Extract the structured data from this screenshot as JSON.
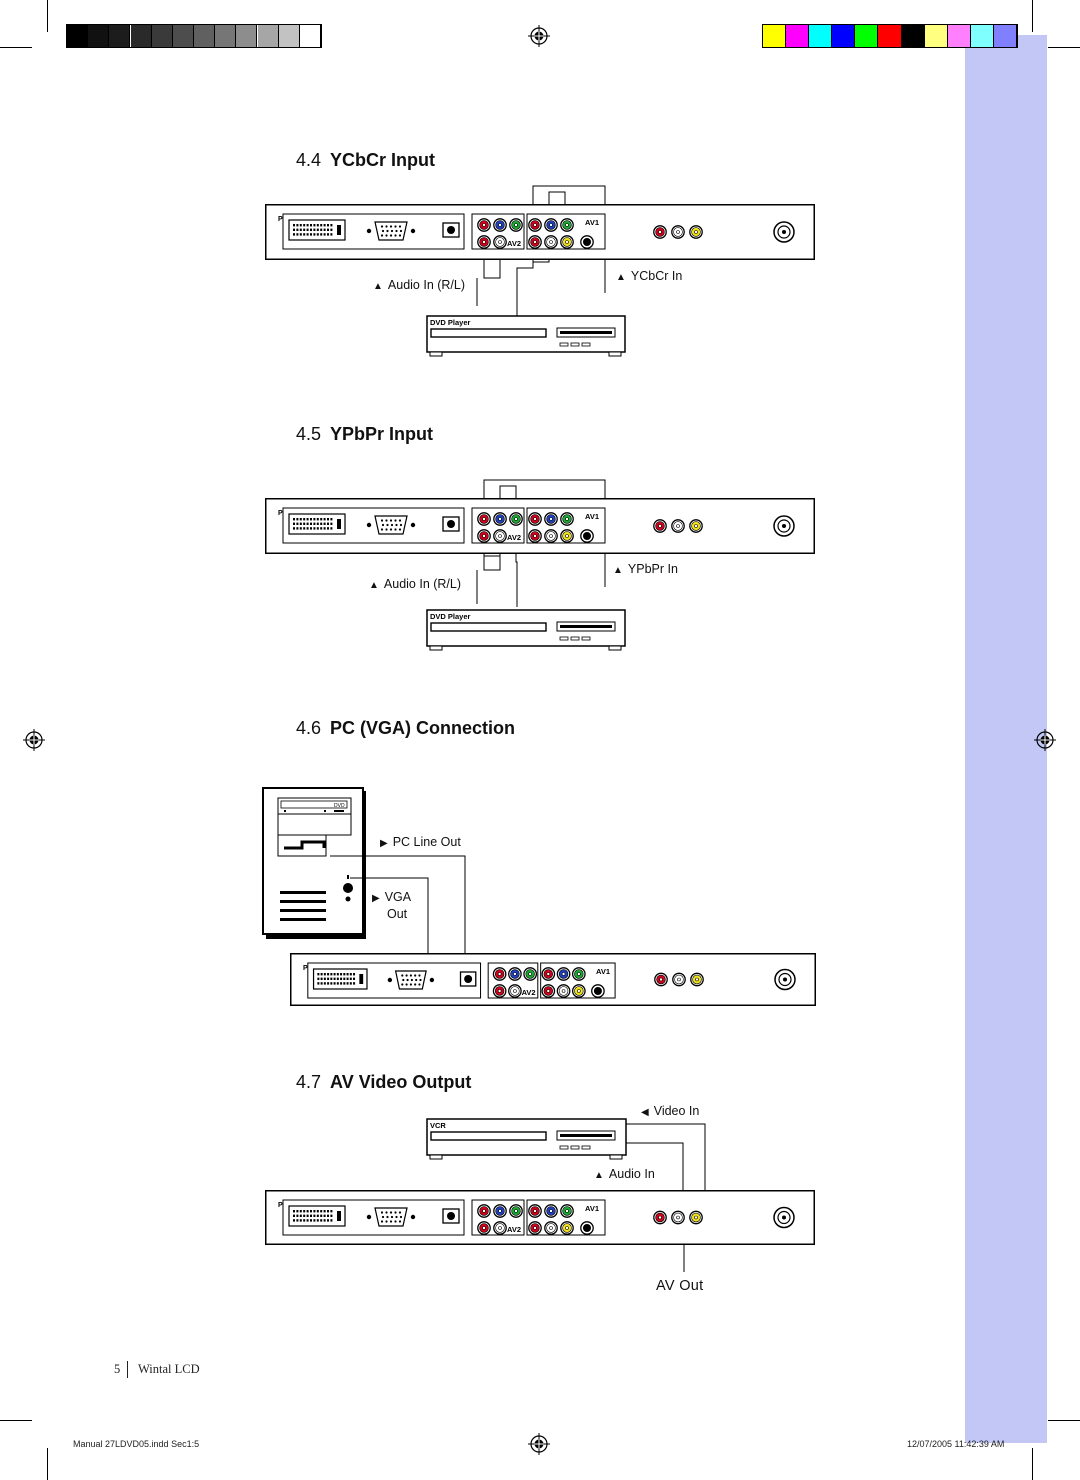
{
  "sections": [
    {
      "number": "4.4",
      "title": "YCbCr Input",
      "labels": [
        "Audio In (R/L)",
        "YCbCr In"
      ],
      "device_label": "DVD Player"
    },
    {
      "number": "4.5",
      "title": "YPbPr Input",
      "labels": [
        "Audio In (R/L)",
        "YPbPr In"
      ],
      "device_label": "DVD Player"
    },
    {
      "number": "4.6",
      "title": "PC (VGA) Connection",
      "labels": [
        "PC Line Out",
        "VGA",
        "Out"
      ],
      "device_label": "DVD"
    },
    {
      "number": "4.7",
      "title": "AV Video Output",
      "labels": [
        "Video In",
        "Audio In",
        "AV Out"
      ],
      "device_label": "VCR"
    }
  ],
  "panel_labels": {
    "pc": "PC",
    "av1": "AV1",
    "av2": "AV2"
  },
  "footer": {
    "page_number": "5",
    "brand": "Wintal LCD",
    "slug_left": "Manual 27LDVD05.indd   Sec1:5",
    "slug_right": "12/07/2005   11:42:39 AM"
  },
  "colors": {
    "sidebar": "#c2c7f6",
    "jack_red": "#d0021b",
    "jack_green": "#19a831",
    "jack_blue": "#1f3fbf",
    "jack_yellow": "#f2e21a",
    "grayscale_bar": [
      "#000000",
      "#111111",
      "#1c1c1c",
      "#2a2a2a",
      "#3a3a3a",
      "#4d4d4d",
      "#606060",
      "#767676",
      "#8d8d8d",
      "#a6a6a6",
      "#c2c2c2",
      "#ffffff"
    ],
    "color_bar": [
      "#ffff00",
      "#ff00ff",
      "#00ffff",
      "#0000ff",
      "#00ff00",
      "#ff0000",
      "#000000",
      "#ffff80",
      "#ff80ff",
      "#80ffff",
      "#8080ff"
    ]
  }
}
